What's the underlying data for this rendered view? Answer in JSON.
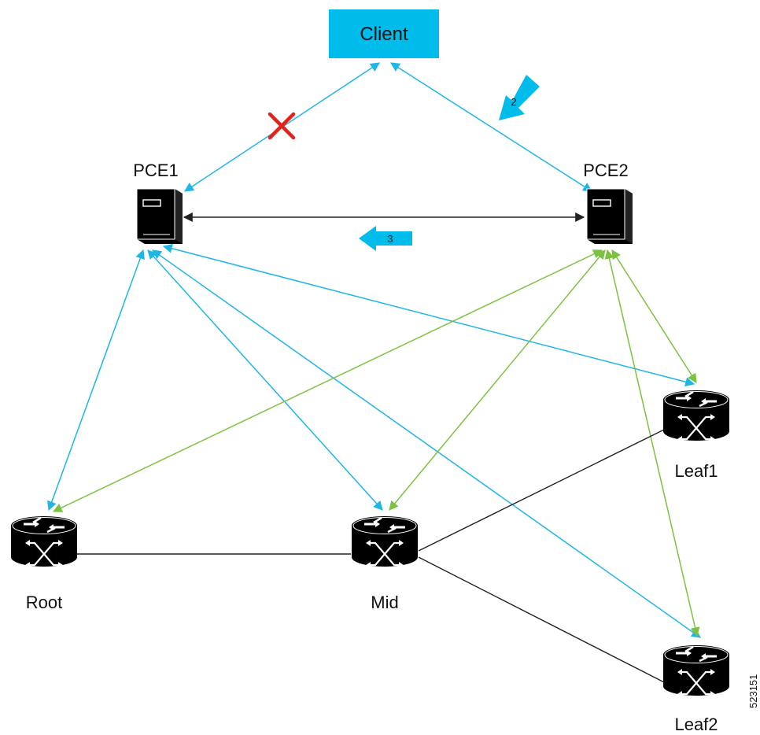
{
  "client": {
    "label": "Client"
  },
  "pce1": {
    "label": "PCE1"
  },
  "pce2": {
    "label": "PCE2"
  },
  "routers": {
    "root": "Root",
    "mid": "Mid",
    "leaf1": "Leaf1",
    "leaf2": "Leaf2"
  },
  "steps": {
    "two": "2",
    "three": "3"
  },
  "figure_id": "523151",
  "colors": {
    "client_fill": "#00bceb",
    "blue_link": "#1fb6e6",
    "green_link": "#7cc242",
    "black_link": "#222222",
    "step_arrow": "#00bceb",
    "failure_x": "#e2231a"
  }
}
